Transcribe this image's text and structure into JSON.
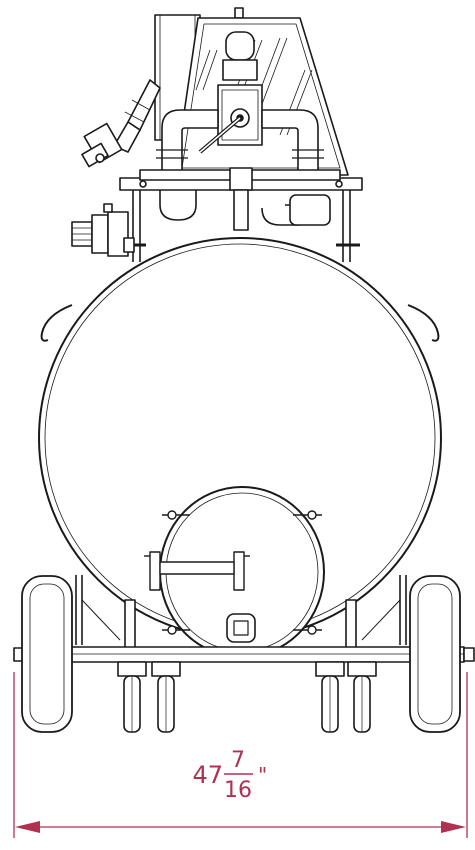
{
  "colors": {
    "line": "#1a1a1a",
    "dimension": "#b03050",
    "background": "#ffffff"
  },
  "dimension": {
    "whole": "47",
    "numerator": "7",
    "denominator": "16",
    "unit": "\""
  }
}
